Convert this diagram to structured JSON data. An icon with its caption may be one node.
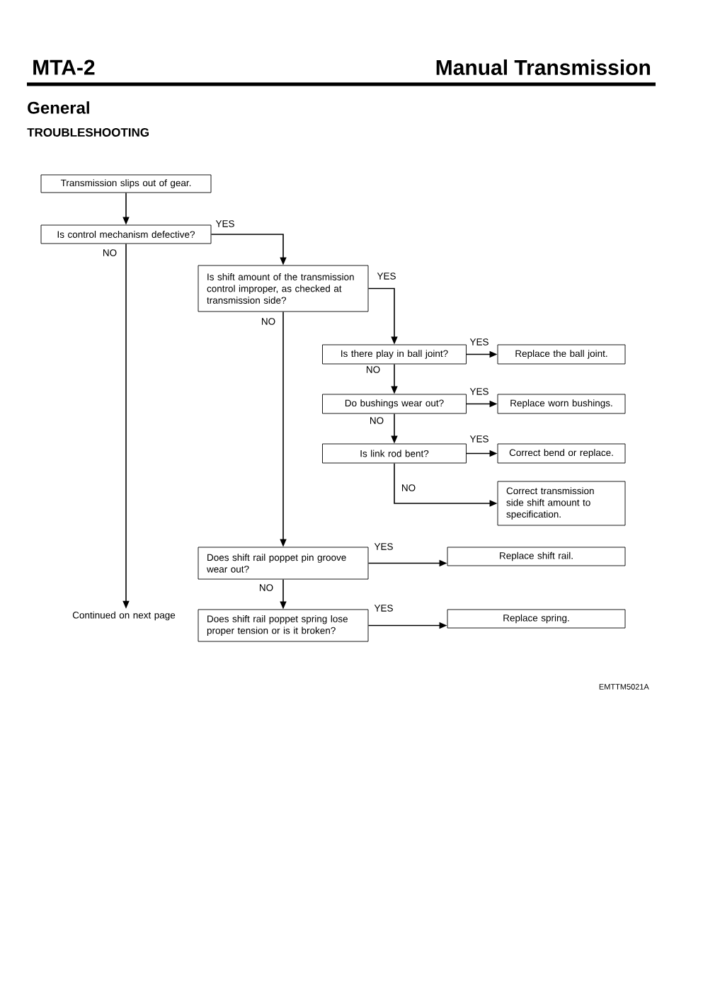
{
  "diagram": {
    "nodes": [
      {
        "text": [
          "Transmission slips out of gear."
        ]
      },
      {
        "text": [
          "Is control mechanism defective?"
        ]
      },
      {
        "text": [
          "Is shift amount of the transmission control improper, as checked at transmission side?"
        ]
      },
      {
        "text": [
          "Is there play in ball joint?"
        ]
      },
      {
        "text": [
          "Replace the ball joint."
        ]
      },
      {
        "text": [
          "Do bushings wear out?"
        ]
      },
      {
        "text": [
          "Replace worn bushings."
        ]
      },
      {
        "text": [
          "Is link rod bent?"
        ]
      },
      {
        "text": [
          "Correct bend or replace."
        ]
      },
      {
        "text": [
          "Correct transmission side shift amount to specification."
        ]
      },
      {
        "text": [
          "Does shift rail poppet pin groove wear out?"
        ]
      },
      {
        "text": [
          "Replace shift rail."
        ]
      },
      {
        "text": [
          "Does shift rail poppet spring lose proper tension or is it broken?"
        ]
      },
      {
        "text": [
          "Replace spring."
        ]
      },
      {
        "text": [
          "Continued on next page"
        ]
      }
    ],
    "edges": [
      {
        "from": 0,
        "to": 1,
        "arrow": "to"
      },
      {
        "from": 1,
        "to": 2,
        "arrow": "to",
        "label": "YES"
      },
      {
        "from": 1,
        "to": 14,
        "arrow": "to",
        "label": "NO"
      },
      {
        "from": 2,
        "to": 3,
        "arrow": "to",
        "label": "YES"
      },
      {
        "from": 2,
        "to": 10,
        "arrow": "to",
        "label": "NO"
      },
      {
        "from": 3,
        "to": 4,
        "arrow": "to",
        "label": "YES"
      },
      {
        "from": 3,
        "to": 5,
        "arrow": "to",
        "label": "NO"
      },
      {
        "from": 5,
        "to": 6,
        "arrow": "to",
        "label": "YES"
      },
      {
        "from": 5,
        "to": 7,
        "arrow": "to",
        "label": "NO"
      },
      {
        "from": 7,
        "to": 8,
        "arrow": "to",
        "label": "YES"
      },
      {
        "from": 7,
        "to": 9,
        "arrow": "to",
        "label": "NO"
      },
      {
        "from": 10,
        "to": 11,
        "arrow": "to",
        "label": "YES"
      },
      {
        "from": 10,
        "to": 12,
        "arrow": "to",
        "label": "NO"
      },
      {
        "from": 12,
        "to": 13,
        "arrow": "to",
        "label": "YES"
      }
    ],
    "labels": [
      "MTA-2",
      "Manual Transmission",
      "General",
      "TROUBLESHOOTING",
      "EMTTM5021A"
    ]
  }
}
